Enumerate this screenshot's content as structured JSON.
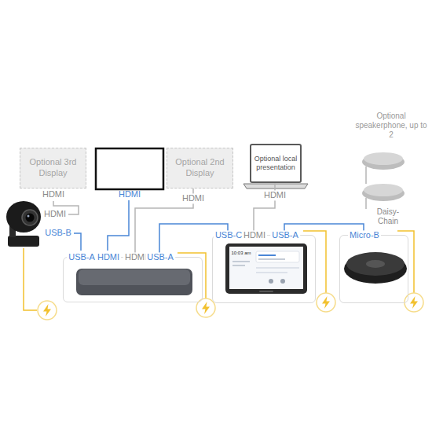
{
  "diagram": {
    "nodes": [
      {
        "text": [
          "Optional 3rd Display"
        ]
      },
      {
        "text": [
          "Optional 2nd Display"
        ]
      },
      {
        "text": [
          "Optional local presentation"
        ]
      },
      {
        "text": [
          "USB-A",
          "HDMI",
          "HDMI",
          "USB-A"
        ]
      },
      {
        "text": [
          "USB-C",
          "HDMI",
          "USB-A"
        ]
      },
      {
        "text": [
          "Micro-B"
        ]
      }
    ],
    "edges": [
      {
        "from": 3,
        "to": 1,
        "arrow": "none",
        "label": "HDMI"
      },
      {
        "from": 3,
        "to": 4,
        "arrow": "none"
      },
      {
        "from": 4,
        "to": 2,
        "arrow": "none",
        "label": "HDMI"
      },
      {
        "from": 4,
        "to": 5,
        "arrow": "none"
      }
    ],
    "labels": [
      "Optional speakerphone, up to 2",
      "HDMI",
      "HDMI",
      "HDMI",
      "USB-B",
      "Daisy-Chain",
      "10:03 am"
    ]
  }
}
